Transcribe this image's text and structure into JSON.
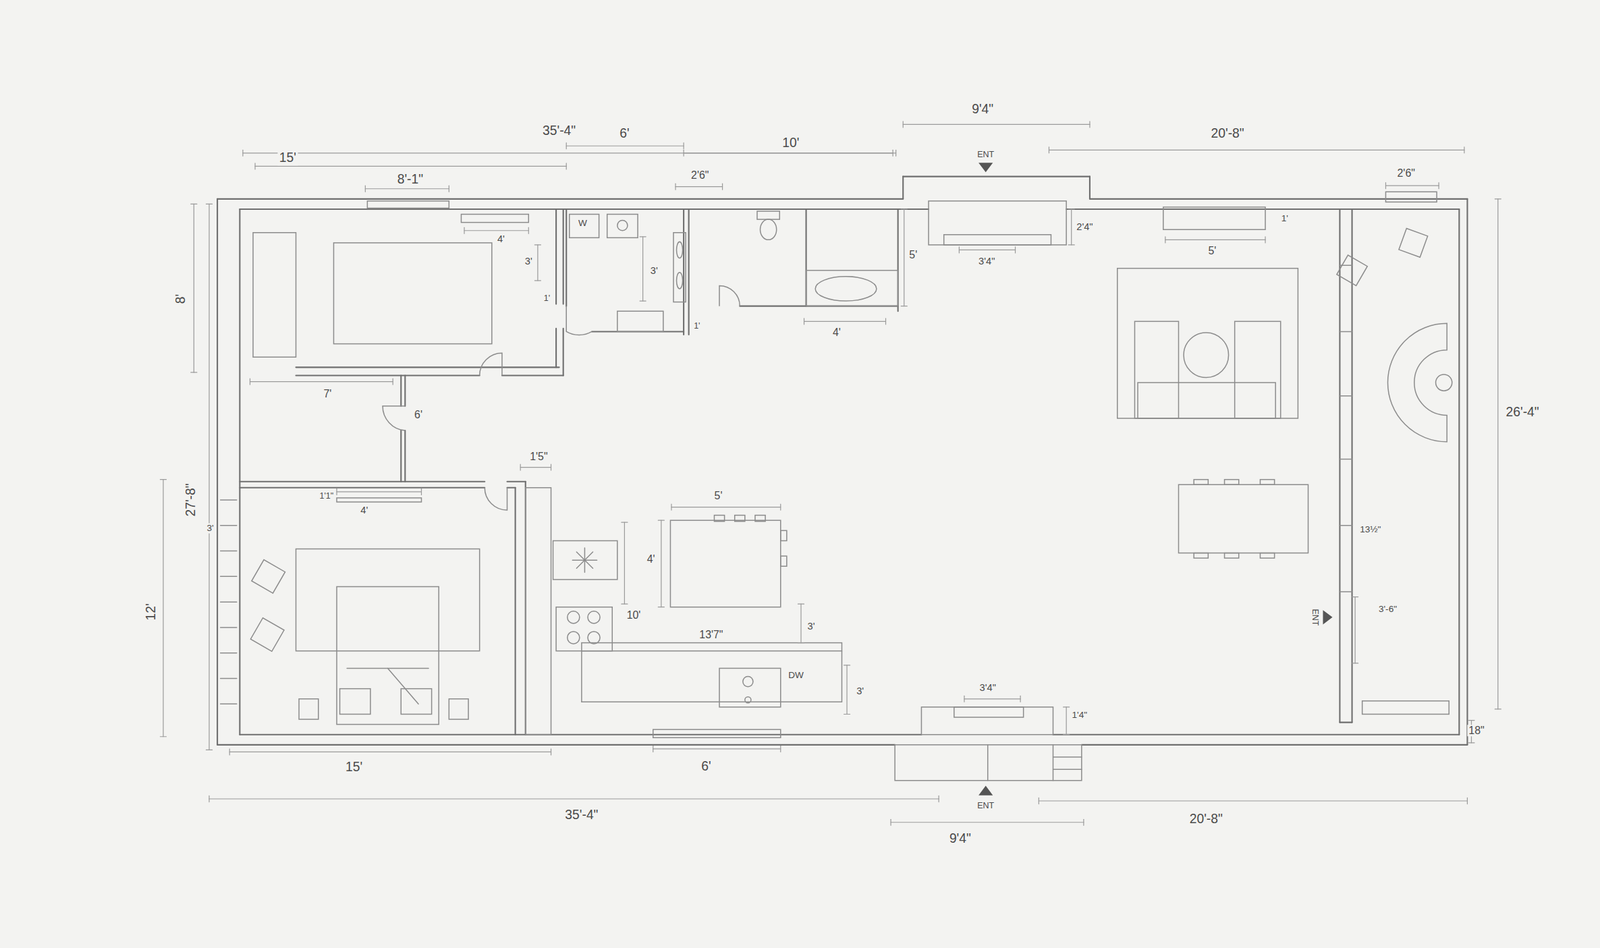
{
  "diagram": {
    "labels": [
      "35'-4\"",
      "6'",
      "10'",
      "9'4\"",
      "20'-8\"",
      "15'",
      "8'-1\"",
      "2'6\"",
      "ENT",
      "2'6\"",
      "W",
      "4'",
      "3'",
      "1'",
      "3'",
      "1'",
      "5'",
      "4'",
      "2'4\"",
      "3'4\"",
      "1'",
      "5'",
      "8'",
      "26'-4\"",
      "7'",
      "6'",
      "1'5\"",
      "27'-8\"",
      "3'",
      "12'",
      "1'1\"",
      "4'",
      "5'",
      "4'",
      "10'",
      "13'7\"",
      "3'",
      "DW",
      "3'",
      "13½\"",
      "3'-6\"",
      "ENT",
      "3'4\"",
      "1'4\"",
      "18\"",
      "15'",
      "6'",
      "35'-4\"",
      "ENT",
      "20'-8\"",
      "9'4\""
    ]
  }
}
